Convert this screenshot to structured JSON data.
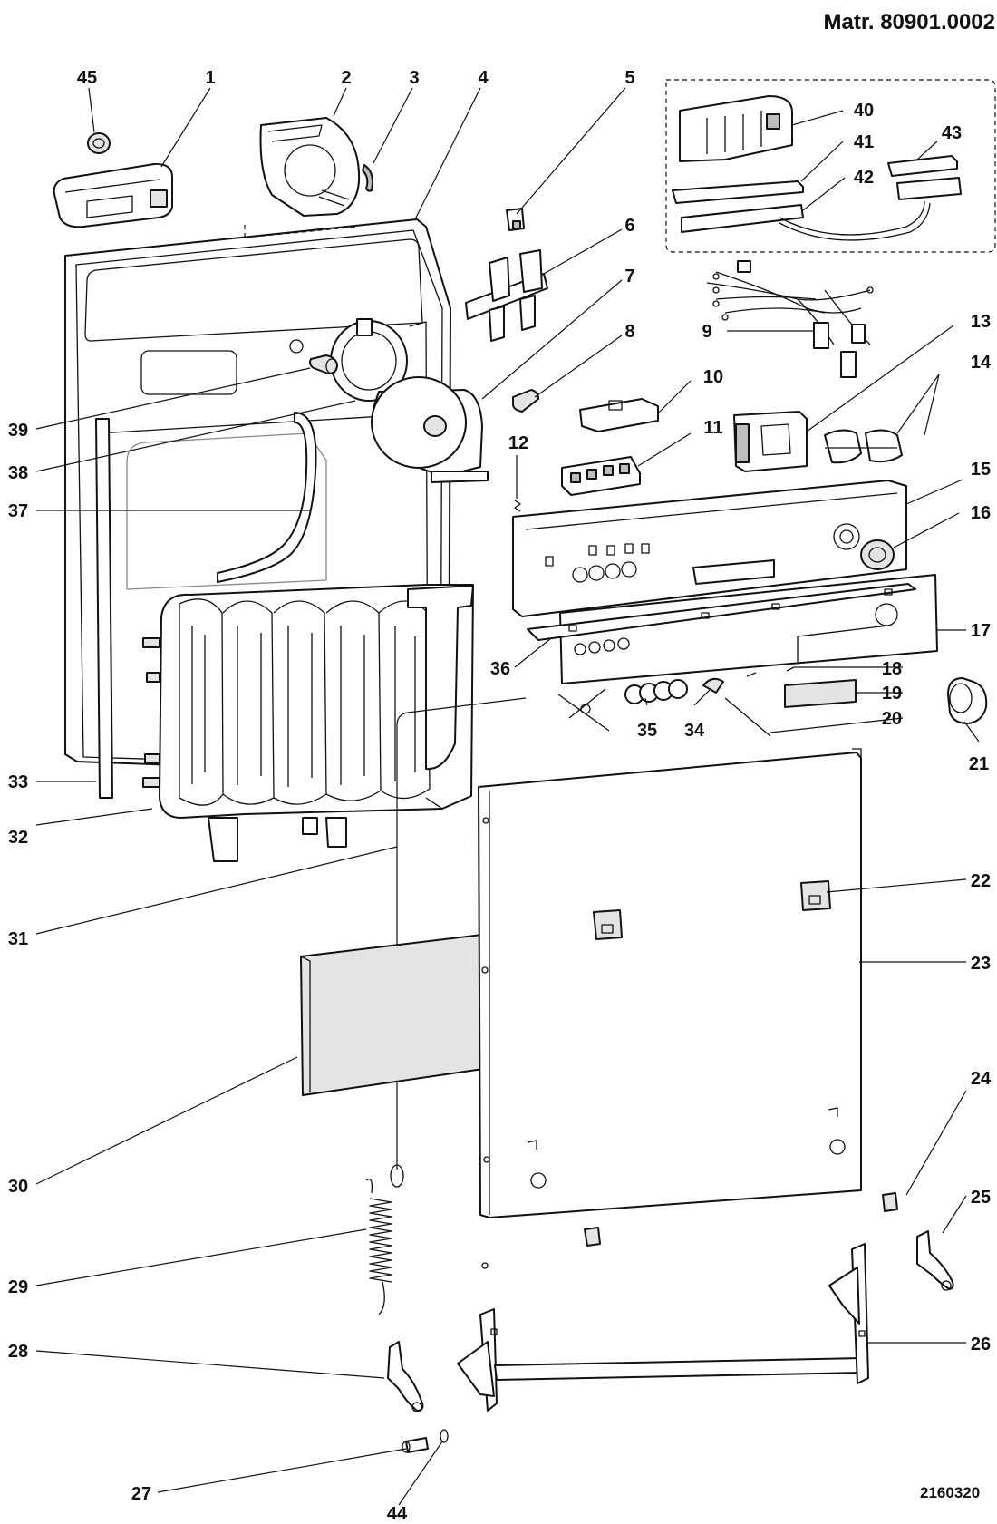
{
  "header": {
    "material_number": "Matr. 80901.0002"
  },
  "footer": {
    "drawing_number": "2160320"
  },
  "callouts": [
    {
      "id": "45",
      "label": "45"
    },
    {
      "id": "1",
      "label": "1"
    },
    {
      "id": "2",
      "label": "2"
    },
    {
      "id": "3",
      "label": "3"
    },
    {
      "id": "4",
      "label": "4"
    },
    {
      "id": "5",
      "label": "5"
    },
    {
      "id": "40",
      "label": "40"
    },
    {
      "id": "41",
      "label": "41"
    },
    {
      "id": "43",
      "label": "43"
    },
    {
      "id": "42",
      "label": "42"
    },
    {
      "id": "6",
      "label": "6"
    },
    {
      "id": "7",
      "label": "7"
    },
    {
      "id": "8",
      "label": "8"
    },
    {
      "id": "9",
      "label": "9"
    },
    {
      "id": "13",
      "label": "13"
    },
    {
      "id": "14",
      "label": "14"
    },
    {
      "id": "10",
      "label": "10"
    },
    {
      "id": "39",
      "label": "39"
    },
    {
      "id": "38",
      "label": "38"
    },
    {
      "id": "11",
      "label": "11"
    },
    {
      "id": "12",
      "label": "12"
    },
    {
      "id": "15",
      "label": "15"
    },
    {
      "id": "37",
      "label": "37"
    },
    {
      "id": "16",
      "label": "16"
    },
    {
      "id": "17",
      "label": "17"
    },
    {
      "id": "36",
      "label": "36"
    },
    {
      "id": "18",
      "label": "18"
    },
    {
      "id": "19",
      "label": "19"
    },
    {
      "id": "35",
      "label": "35"
    },
    {
      "id": "34",
      "label": "34"
    },
    {
      "id": "20",
      "label": "20"
    },
    {
      "id": "21",
      "label": "21"
    },
    {
      "id": "33",
      "label": "33"
    },
    {
      "id": "32",
      "label": "32"
    },
    {
      "id": "22",
      "label": "22"
    },
    {
      "id": "31",
      "label": "31"
    },
    {
      "id": "23",
      "label": "23"
    },
    {
      "id": "24",
      "label": "24"
    },
    {
      "id": "30",
      "label": "30"
    },
    {
      "id": "25",
      "label": "25"
    },
    {
      "id": "29",
      "label": "29"
    },
    {
      "id": "26",
      "label": "26"
    },
    {
      "id": "28",
      "label": "28"
    },
    {
      "id": "27",
      "label": "27"
    },
    {
      "id": "44",
      "label": "44"
    }
  ]
}
